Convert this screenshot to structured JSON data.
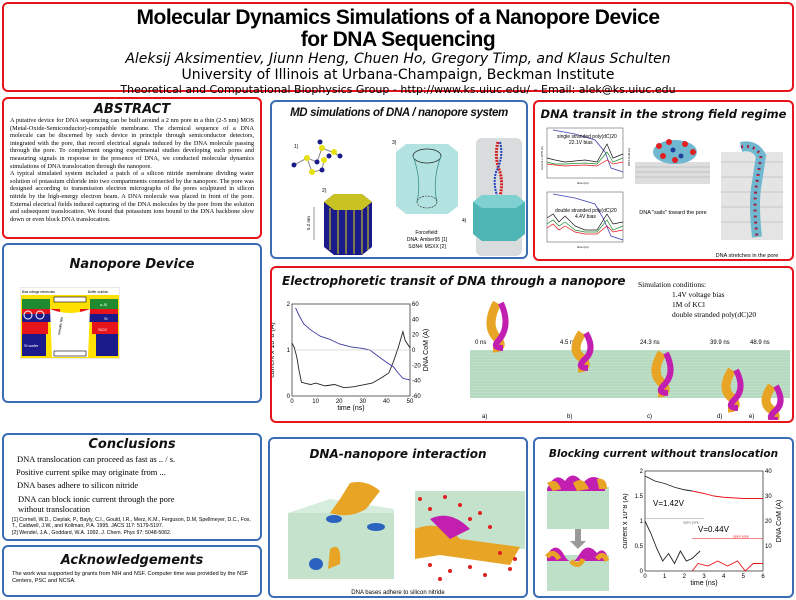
{
  "header": {
    "title_line1": "Molecular Dynamics Simulations of a Nanopore Device",
    "title_line2": "for DNA Sequencing",
    "authors": "Aleksij Aksimentiev, Jiunn Heng, Chuen Ho, Gregory Timp, and Klaus Schulten",
    "affiliation": "University of Illinois at Urbana-Champaign, Beckman Institute",
    "group": "Theoretical and Computational Biophysics Group - http://www.ks.uiuc.edu/ - Email: alek@ks.uiuc.edu"
  },
  "abstract": {
    "title": "ABSTRACT",
    "p1": "A putative device for DNA sequencing can be built around a 2 nm pore in a thin (2-5 nm) MOS (Metal-Oxide-Semiconductor)-compatible membrane. The chemical sequence of a DNA molecule can be discerned by such device in principle through semiconductor detectors, integrated with the pore, that record electrical signals induced by the DNA molecule passing through the pore. To complement ongoing experimental studies developing such pores and measuring signals in response to the presence of DNA, we conducted molecular dynamics simulations of DNA translocation through the nanopore.",
    "p2": "A typical simulated system included a patch of a silicon nitride membrane dividing water solution of potassium chloride into two compartments connected by the nanopore. The pore was designed according to transmission electron micrographs of the pores sculptured in silicon nitride by the high-energy electron beam. A DNA molecule was placed in front of the pore. External electrical fields induced capturing of the DNA molecules by the pore from the solution and subsequent translocation. We found that potassium ions bound to the DNA backbone slow down or even block DNA translocation."
  },
  "device": {
    "title": "Nanopore Device",
    "labels": {
      "electrodes": "Bias voltage electrodes",
      "buffer": "Buffer solution",
      "asi": "α-Si",
      "si": "Si",
      "sio2": "SiO2",
      "wafer": "Si wafer",
      "film": "metallic film"
    }
  },
  "conclusions": {
    "title": "Conclusions",
    "items": [
      "DNA translocation can proceed as fast as .. / s.",
      "Positive current spike may originate from ...",
      "DNA bases adhere to silicon nitride",
      "DNA can block ionic current through the pore without translocation"
    ],
    "refs": [
      "[1] Cornell, W.D., Cieplak, P., Bayly, C.I., Gould, I.R., Merz, K.M., Ferguson, D.M, Spellmeyer, D.C., Fox, T., Caldwell, J.W., and Kollman, P.A. 1995. JACS 117: 5179-5197.",
      "[2] Wendel, J.A., Goddard, W.A. 1992. J. Chem. Phys 97: 5048-5062."
    ]
  },
  "ack": {
    "title": "Acknowledgements",
    "text": "The work was supported by grants from NIH and NSF. Computer time was provided by the NSF Centers, PSC and NCSA."
  },
  "md": {
    "title": "MD simulations of DNA / nanopore system",
    "labels": [
      "1)",
      "2)",
      "3)",
      "4)"
    ],
    "scale": "5.2 nm",
    "forcefield_title": "Forcefield:",
    "forcefield_dna": "DNA: Amber95 [1]",
    "forcefield_sin": "Si3N4: MSXX [2]"
  },
  "transit": {
    "title": "DNA transit in the strong field regime",
    "plot1_label": "single stranded poly(dC)20",
    "plot1_bias": "22.1V bias",
    "plot2_label": "double stranded poly(dC)20",
    "plot2_bias": "4.4V bias",
    "caption_sails": "DNA \"sails\" toward the pore",
    "caption_stretch": "DNA stretches in the pore",
    "ylabel": "current x 10^8 (A)",
    "y2label": "DNA CoM (A)",
    "xlabel": "time (ns)"
  },
  "electro": {
    "title": "Electrophoretic transit of DNA through a nanopore",
    "conditions_title": "Simulation conditions:",
    "conditions": [
      "1.4V voltage bias",
      "1M of KCl",
      "double stranded poly(dC)20"
    ],
    "frames": [
      {
        "time": "0 ns",
        "label": "a)"
      },
      {
        "time": "4.5 ns",
        "label": "b)"
      },
      {
        "time": "24.3 ns",
        "label": "c)"
      },
      {
        "time": "39.9 ns",
        "label": "d)"
      },
      {
        "time": "48.9 ns",
        "label": "e)"
      }
    ]
  },
  "interaction": {
    "title": "DNA-nanopore interaction",
    "caption": "DNA bases adhere to silicon nitride"
  },
  "blocking": {
    "title": "Blocking current without translocation",
    "v1": "V=1.42V",
    "v2": "V=0.44V",
    "open_pore": "open pore"
  },
  "colors": {
    "red_border": "#e8141c",
    "blue_border": "#3b6db5",
    "dna_orange": "#e8a424",
    "dna_magenta": "#c21fb0",
    "membrane": "#bfe0c8"
  },
  "chart_data": [
    {
      "type": "line",
      "title": "Electrophoretic transit",
      "xlabel": "time (ns)",
      "ylabel": "current x 10^8 (A)",
      "y2label": "DNA CoM (A)",
      "xlim": [
        0,
        50
      ],
      "ylim": [
        0,
        2
      ],
      "y2lim": [
        -60,
        60
      ],
      "xticks": [
        "0",
        "10",
        "20",
        "30",
        "40",
        "50"
      ],
      "yticks": [
        "0",
        "1",
        "2"
      ],
      "y2ticks": [
        "-60",
        "-40",
        "-20",
        "0",
        "20",
        "40",
        "60"
      ],
      "series": [
        {
          "name": "current",
          "axis": "left",
          "color": "#222222",
          "x": [
            0,
            1,
            2,
            3,
            4,
            6,
            8,
            10,
            14,
            18,
            22,
            26,
            30,
            34,
            38,
            41,
            43,
            45,
            47,
            48,
            50
          ],
          "y": [
            1.15,
            1.05,
            0.85,
            0.55,
            0.3,
            0.27,
            0.25,
            0.28,
            0.22,
            0.25,
            0.18,
            0.2,
            0.24,
            0.28,
            0.4,
            0.5,
            0.75,
            1.05,
            1.4,
            1.2,
            1.05
          ]
        },
        {
          "name": "DNA CoM",
          "axis": "right",
          "color": "#3a3aa0",
          "x": [
            1.5,
            3,
            5,
            8,
            12,
            16,
            20,
            25,
            30,
            33,
            36,
            40,
            43,
            45,
            47,
            50
          ],
          "y": [
            55,
            45,
            34,
            26,
            18,
            14,
            8,
            4,
            2,
            0,
            -7,
            -16,
            -22,
            -30,
            -37,
            -39
          ]
        }
      ]
    },
    {
      "type": "line",
      "title": "Blocking current without translocation",
      "xlabel": "time (ns)",
      "ylabel": "current x 10^8 (A)",
      "y2label": "DNA CoM (A)",
      "xlim": [
        0,
        6
      ],
      "ylim": [
        0,
        2
      ],
      "y2lim": [
        0,
        40
      ],
      "xticks": [
        "0",
        "1",
        "2",
        "3",
        "4",
        "5",
        "6"
      ],
      "yticks": [
        "0",
        "0.5",
        "1",
        "1.5",
        "2"
      ],
      "y2ticks": [
        "10",
        "20",
        "30",
        "40"
      ],
      "series": [
        {
          "name": "CoM 1.42V",
          "axis": "right",
          "color": "#222222",
          "x": [
            0,
            0.5,
            1,
            1.5,
            2,
            2.4
          ],
          "y": [
            38,
            36,
            35,
            33.5,
            32.5,
            32
          ]
        },
        {
          "name": "CoM 0.44V",
          "axis": "right",
          "color": "#e8141c",
          "x": [
            2.4,
            3,
            3.5,
            4,
            5,
            6
          ],
          "y": [
            32,
            31,
            30,
            29.5,
            29,
            29
          ]
        },
        {
          "name": "current 1.42V",
          "axis": "left",
          "color": "#222222",
          "x": [
            0,
            0.3,
            0.6,
            0.9,
            1.2,
            1.5,
            1.8,
            2.1,
            2.4,
            2.8
          ],
          "y": [
            1.0,
            0.75,
            0.45,
            0.2,
            0.35,
            0.15,
            0.4,
            0.2,
            0.25,
            0.4
          ]
        },
        {
          "name": "current 0.44V",
          "axis": "left",
          "color": "#e8141c",
          "x": [
            2.4,
            2.7,
            3.2,
            3.7,
            4.2,
            4.7,
            5.1,
            5.5,
            6
          ],
          "y": [
            0.0,
            0.15,
            0.1,
            0.2,
            0.1,
            0.2,
            0.0,
            0.15,
            0.15
          ]
        },
        {
          "name": "open pore 1.42V",
          "axis": "left",
          "color": "#999999",
          "x": [
            0,
            3
          ],
          "y": [
            1.05,
            1.05
          ]
        },
        {
          "name": "open pore 0.44V",
          "axis": "left",
          "color": "#e8141c",
          "x": [
            2.4,
            6
          ],
          "y": [
            0.65,
            0.65
          ]
        }
      ]
    }
  ]
}
